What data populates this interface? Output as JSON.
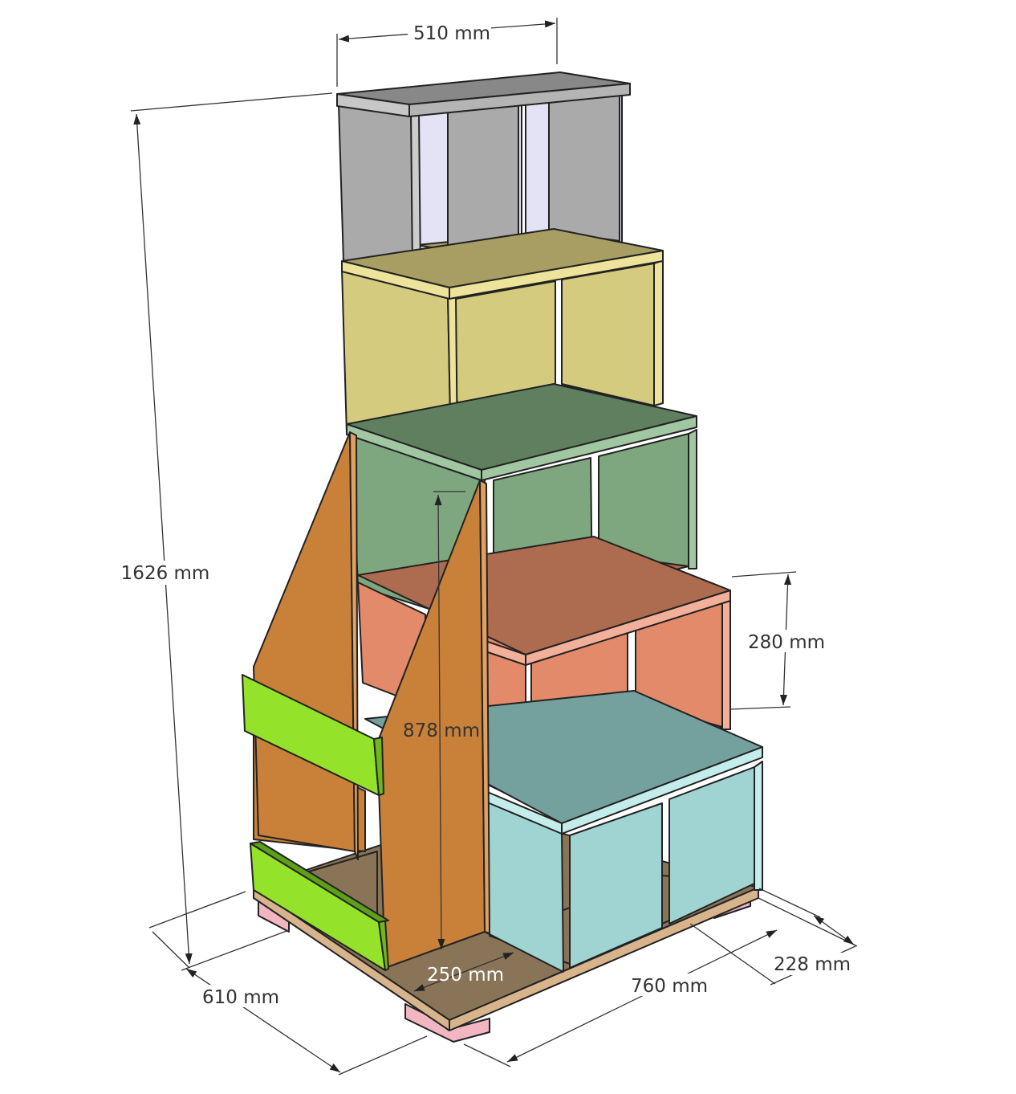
{
  "dimensions": {
    "top_width": "510 mm",
    "total_height": "1626 mm",
    "tier_height": "280 mm",
    "side_height": "878 mm",
    "inner_depth": "250 mm",
    "base_depth": "610 mm",
    "base_width": "760 mm",
    "bottom_tier_depth": "228 mm"
  },
  "colors": {
    "tier_gray": "#aaaaaa",
    "tier_gray_top": "#888888",
    "tier_yellow": "#d4cb7e",
    "tier_yellow_top": "#a89e63",
    "tier_green": "#7ea77f",
    "tier_green_top": "#5f7f5f",
    "tier_salmon": "#e38a6a",
    "tier_salmon_top": "#ad6b50",
    "tier_cyan": "#9fd4d2",
    "tier_cyan_top": "#74a09e",
    "side_panel": "#c98139",
    "brace": "#95e22b",
    "base": "#8a7458",
    "feet": "#f2b6c3"
  }
}
